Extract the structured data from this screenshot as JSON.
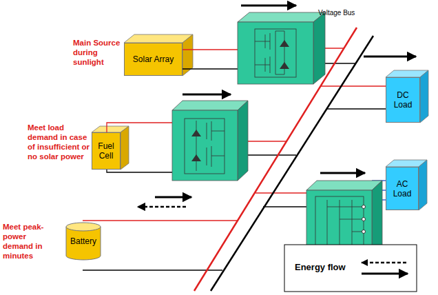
{
  "diagram": {
    "nodes": [
      {
        "text": [
          "Solar Array"
        ]
      },
      {
        "text": [
          "Fuel Cell"
        ]
      },
      {
        "text": [
          "Battery"
        ]
      },
      {
        "text": [
          "DC Load"
        ]
      },
      {
        "text": [
          "AC Load"
        ]
      }
    ],
    "labels": [
      "Voltage Bus",
      "Main Source during sunlight",
      "Meet load demand in case of insufficient or no solar power",
      "Meet peak-power demand in minutes"
    ],
    "legend": [
      {
        "text": "Energy flow"
      }
    ]
  }
}
